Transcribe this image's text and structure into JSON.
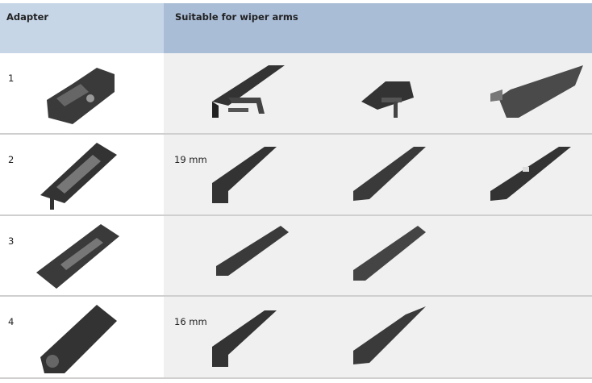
{
  "header": {
    "adapter": "Adapter",
    "arms": "Suitable for wiper arms"
  },
  "rows": [
    {
      "number": "1",
      "size": ""
    },
    {
      "number": "2",
      "size": "19 mm"
    },
    {
      "number": "3",
      "size": ""
    },
    {
      "number": "4",
      "size": "16 mm"
    }
  ]
}
